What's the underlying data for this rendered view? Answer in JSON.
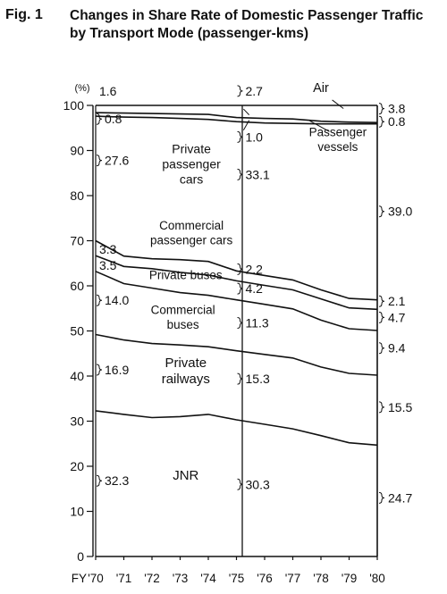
{
  "figure": {
    "label": "Fig. 1",
    "title_lines": [
      "Changes in Share Rate of Domestic Passenger Traffic",
      "by Transport Mode (passenger-kms)"
    ]
  },
  "chart_data": {
    "type": "area",
    "stacked": true,
    "title": "Changes in Share Rate of Domestic Passenger Traffic by Transport Mode (passenger-kms)",
    "ylabel": "(%)",
    "xlabel": "FY",
    "ylim": [
      0,
      100
    ],
    "yticks": [
      0,
      10,
      20,
      30,
      40,
      50,
      60,
      70,
      80,
      90,
      100
    ],
    "x_tick_labels": [
      "'70",
      "'71",
      "'72",
      "'73",
      "'74",
      "'75",
      "'76",
      "'77",
      "'78",
      "'79",
      "'80"
    ],
    "x": [
      1970,
      1971,
      1972,
      1973,
      1974,
      1975,
      1976,
      1977,
      1978,
      1979,
      1980
    ],
    "grid": false,
    "boundaries": [
      {
        "below": "JNR",
        "values": [
          32.3,
          31.5,
          30.8,
          31.0,
          31.5,
          30.3,
          29.3,
          28.3,
          26.8,
          25.2,
          24.7
        ]
      },
      {
        "below": "Private railways",
        "values": [
          49.2,
          48.0,
          47.2,
          46.9,
          46.5,
          45.6,
          44.8,
          44.0,
          42.0,
          40.6,
          40.2
        ]
      },
      {
        "below": "Commercial buses",
        "values": [
          63.2,
          60.5,
          59.5,
          58.5,
          57.9,
          56.9,
          55.9,
          54.9,
          52.4,
          50.5,
          50.1
        ]
      },
      {
        "below": "Private buses",
        "values": [
          66.7,
          64.3,
          63.8,
          63.0,
          62.4,
          61.1,
          60.1,
          59.1,
          57.1,
          55.1,
          54.8
        ]
      },
      {
        "below": "Commercial passenger cars",
        "values": [
          70.0,
          66.6,
          66.0,
          65.8,
          65.4,
          63.3,
          62.3,
          61.3,
          59.1,
          57.2,
          56.9
        ]
      },
      {
        "below": "Private passenger cars",
        "values": [
          97.6,
          97.4,
          97.3,
          97.1,
          96.9,
          96.4,
          96.1,
          96.0,
          95.9,
          95.9,
          95.9
        ]
      },
      {
        "below": "Passenger vessels",
        "values": [
          98.4,
          98.3,
          98.2,
          98.1,
          98.0,
          97.3,
          97.1,
          97.0,
          96.5,
          96.3,
          96.2
        ]
      },
      {
        "below": "Air",
        "values": [
          100,
          100,
          100,
          100,
          100,
          100,
          100,
          100,
          100,
          100,
          100
        ]
      }
    ],
    "series": [
      {
        "name": "JNR",
        "label_lines": [
          "JNR"
        ],
        "values": [
          32.3,
          null,
          null,
          null,
          null,
          30.3,
          null,
          null,
          null,
          null,
          24.7
        ]
      },
      {
        "name": "Private railways",
        "label_lines": [
          "Private",
          "railways"
        ],
        "values": [
          16.9,
          null,
          null,
          null,
          null,
          15.3,
          null,
          null,
          null,
          null,
          15.5
        ]
      },
      {
        "name": "Commercial buses",
        "label_lines": [
          "Commercial",
          "buses"
        ],
        "values": [
          14.0,
          null,
          null,
          null,
          null,
          11.3,
          null,
          null,
          null,
          null,
          9.4
        ]
      },
      {
        "name": "Private buses",
        "label_lines": [
          "Private buses"
        ],
        "values": [
          3.5,
          null,
          null,
          null,
          null,
          4.2,
          null,
          null,
          null,
          null,
          4.7
        ]
      },
      {
        "name": "Commercial passenger cars",
        "label_lines": [
          "Commercial",
          "passenger cars"
        ],
        "values": [
          3.3,
          null,
          null,
          null,
          null,
          2.2,
          null,
          null,
          null,
          null,
          2.1
        ]
      },
      {
        "name": "Private passenger cars",
        "label_lines": [
          "Private",
          "passenger",
          "cars"
        ],
        "values": [
          27.6,
          null,
          null,
          null,
          null,
          33.1,
          null,
          null,
          null,
          null,
          39.0
        ]
      },
      {
        "name": "Passenger vessels",
        "label_lines": [
          "Passenger",
          "vessels"
        ],
        "values": [
          0.8,
          null,
          null,
          null,
          null,
          1.0,
          null,
          null,
          null,
          null,
          0.8
        ]
      },
      {
        "name": "Air",
        "label_lines": [
          "Air"
        ],
        "values": [
          1.6,
          null,
          null,
          null,
          null,
          2.7,
          null,
          null,
          null,
          null,
          3.8
        ]
      }
    ],
    "value_labels": [
      {
        "series": "Air",
        "year": 1970,
        "text": "1.6"
      },
      {
        "series": "Air",
        "year": 1975,
        "text": "2.7"
      },
      {
        "series": "Air",
        "year": 1980,
        "text": "3.8"
      },
      {
        "series": "Passenger vessels",
        "year": 1970,
        "text": "0.8"
      },
      {
        "series": "Passenger vessels",
        "year": 1975,
        "text": "1.0"
      },
      {
        "series": "Passenger vessels",
        "year": 1980,
        "text": "0.8"
      },
      {
        "series": "Private passenger cars",
        "year": 1970,
        "text": "27.6"
      },
      {
        "series": "Private passenger cars",
        "year": 1975,
        "text": "33.1"
      },
      {
        "series": "Private passenger cars",
        "year": 1980,
        "text": "39.0"
      },
      {
        "series": "Commercial passenger cars",
        "year": 1970,
        "text": "3.3"
      },
      {
        "series": "Commercial passenger cars",
        "year": 1975,
        "text": "2.2"
      },
      {
        "series": "Commercial passenger cars",
        "year": 1980,
        "text": "2.1"
      },
      {
        "series": "Private buses",
        "year": 1970,
        "text": "3.5"
      },
      {
        "series": "Private buses",
        "year": 1975,
        "text": "4.2"
      },
      {
        "series": "Private buses",
        "year": 1980,
        "text": "4.7"
      },
      {
        "series": "Commercial buses",
        "year": 1970,
        "text": "14.0"
      },
      {
        "series": "Commercial buses",
        "year": 1975,
        "text": "11.3"
      },
      {
        "series": "Commercial buses",
        "year": 1980,
        "text": "9.4"
      },
      {
        "series": "Private railways",
        "year": 1970,
        "text": "16.9"
      },
      {
        "series": "Private railways",
        "year": 1975,
        "text": "15.3"
      },
      {
        "series": "Private railways",
        "year": 1980,
        "text": "15.5"
      },
      {
        "series": "JNR",
        "year": 1970,
        "text": "32.3"
      },
      {
        "series": "JNR",
        "year": 1975,
        "text": "30.3"
      },
      {
        "series": "JNR",
        "year": 1980,
        "text": "24.7"
      }
    ],
    "colors": {
      "line": "#111111",
      "background": "#ffffff"
    }
  }
}
